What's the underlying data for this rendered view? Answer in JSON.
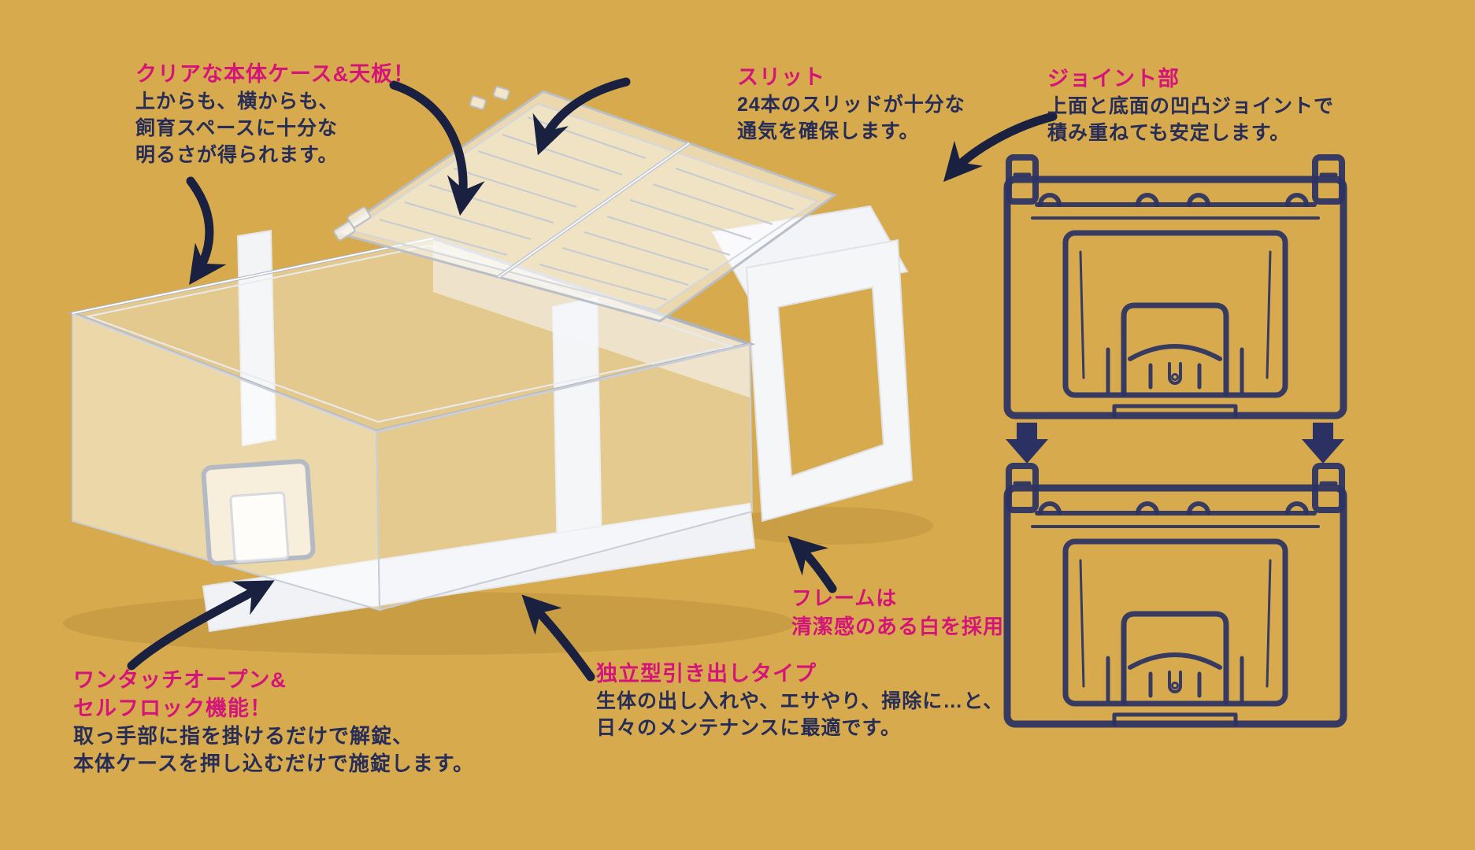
{
  "palette": {
    "background": "#D7AB4D",
    "accent_pink": "#D31579",
    "text_navy": "#272D57",
    "diagram_navy": "#2B3263",
    "arrow_dark": "#1A2040",
    "frame_white": "#F4F5F7"
  },
  "annotations": {
    "clear_case": {
      "heading": "クリアな本体ケース&天板！",
      "line1": "上からも、横からも、",
      "line2": "飼育スペースに十分な",
      "line3": "明るさが得られます。"
    },
    "slit": {
      "heading": "スリット",
      "line1": "24本のスリッドが十分な",
      "line2": "通気を確保します。"
    },
    "joint": {
      "heading": "ジョイント部",
      "line1": "上面と底面の凹凸ジョイントで",
      "line2": "積み重ねても安定します。"
    },
    "frame": {
      "line1": "フレームは",
      "line2": "清潔感のある白を採用"
    },
    "drawer_type": {
      "heading": "独立型引き出しタイプ",
      "line1": "生体の出し入れや、エサやり、掃除に…と、",
      "line2": "日々のメンテナンスに最適です。"
    },
    "one_touch": {
      "heading1": "ワンタッチオープン&",
      "heading2": "セルフロック機能！",
      "line1": "取っ手部に指を掛けるだけで解錠、",
      "line2": "本体ケースを押し込むだけで施錠します。"
    }
  }
}
